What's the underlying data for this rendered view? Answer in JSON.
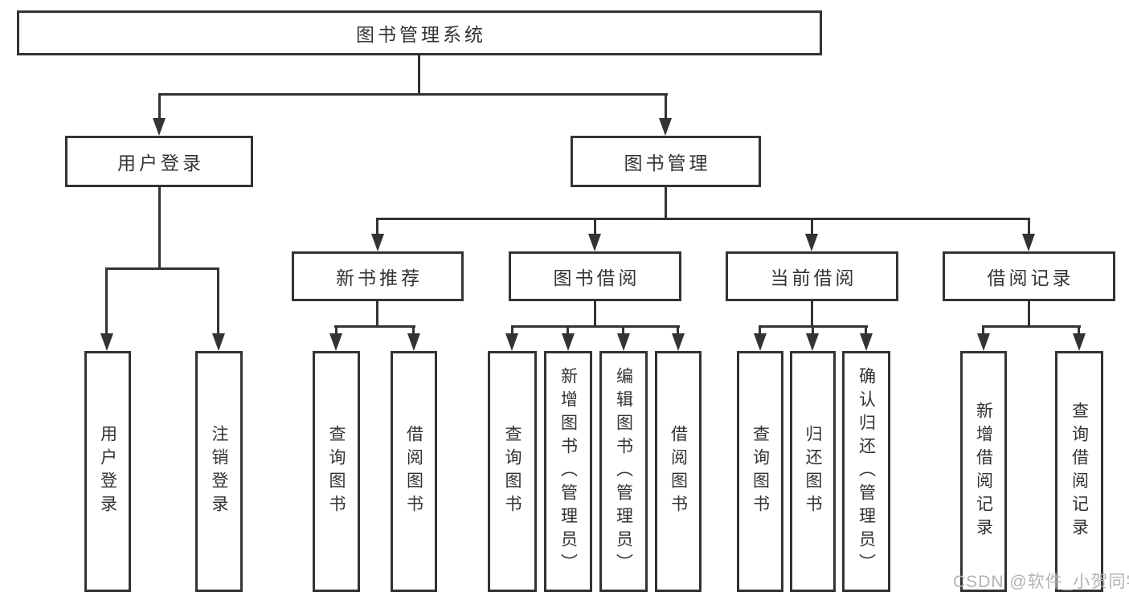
{
  "diagram": {
    "root": "图书管理系统",
    "level2": {
      "user_login": "用户登录",
      "book_mgmt": "图书管理"
    },
    "level3": {
      "new_book_rec": "新书推荐",
      "book_borrow": "图书借阅",
      "current_borrow": "当前借阅",
      "borrow_records": "借阅记录"
    },
    "leaves": {
      "user_login": "用户登录",
      "logout": "注销登录",
      "query_books_1": "查询图书",
      "borrow_books_1": "借阅图书",
      "query_books_2": "查询图书",
      "add_books": "新增图书（管理员）",
      "edit_books": "编辑图书（管理员）",
      "borrow_books_2": "借阅图书",
      "query_books_3": "查询图书",
      "return_books": "归还图书",
      "confirm_return": "确认归还（管理员）",
      "add_borrow_record": "新增借阅记录",
      "query_borrow_record": "查询借阅记录"
    }
  },
  "watermark": "CSDN @软件_小贺同学",
  "colors": {
    "line": "#333333",
    "text": "#333333",
    "watermark": "#b3b3b3",
    "background": "#ffffff"
  }
}
